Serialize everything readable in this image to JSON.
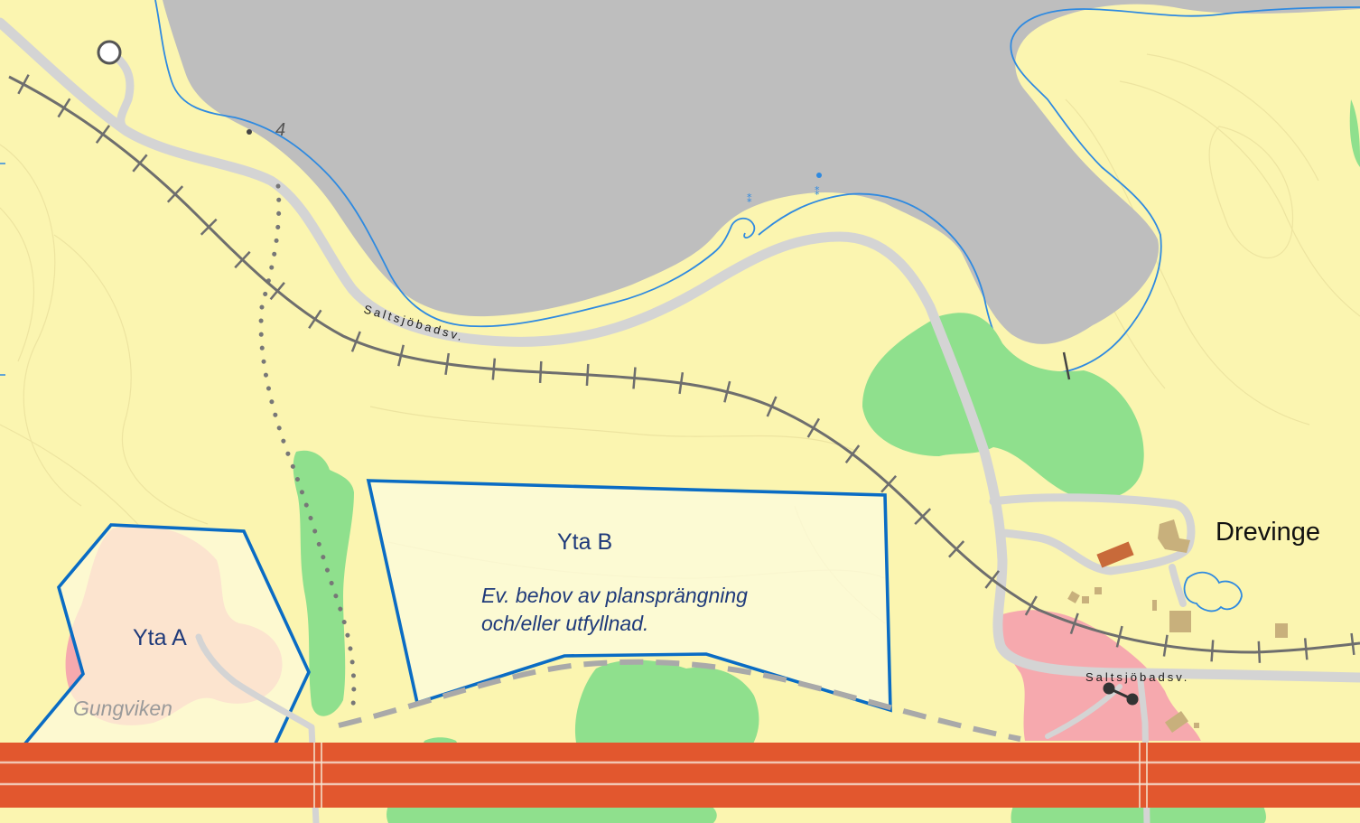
{
  "colors": {
    "land": "#fbf5b0",
    "water": "#bebebe",
    "shore": "#2f8ae0",
    "forest": "#8fe08d",
    "urban": "#f6a9ae",
    "road": "#d4d4d4",
    "rail": "#6e6e6e",
    "highway": "#e2572e",
    "outline": "#0a6cc4",
    "area_fill": "#fdfbdc"
  },
  "labels": {
    "road_north": "Saltsjöbadsv.",
    "road_east": "Saltsjöbadsv.",
    "place": "Drevinge",
    "area_a": "Yta A",
    "area_b": "Yta B",
    "note_line1": "Ev. behov av plansprängning",
    "note_line2": "och/eller utfyllnad.",
    "locality": "Gungviken",
    "elevation": "4"
  }
}
